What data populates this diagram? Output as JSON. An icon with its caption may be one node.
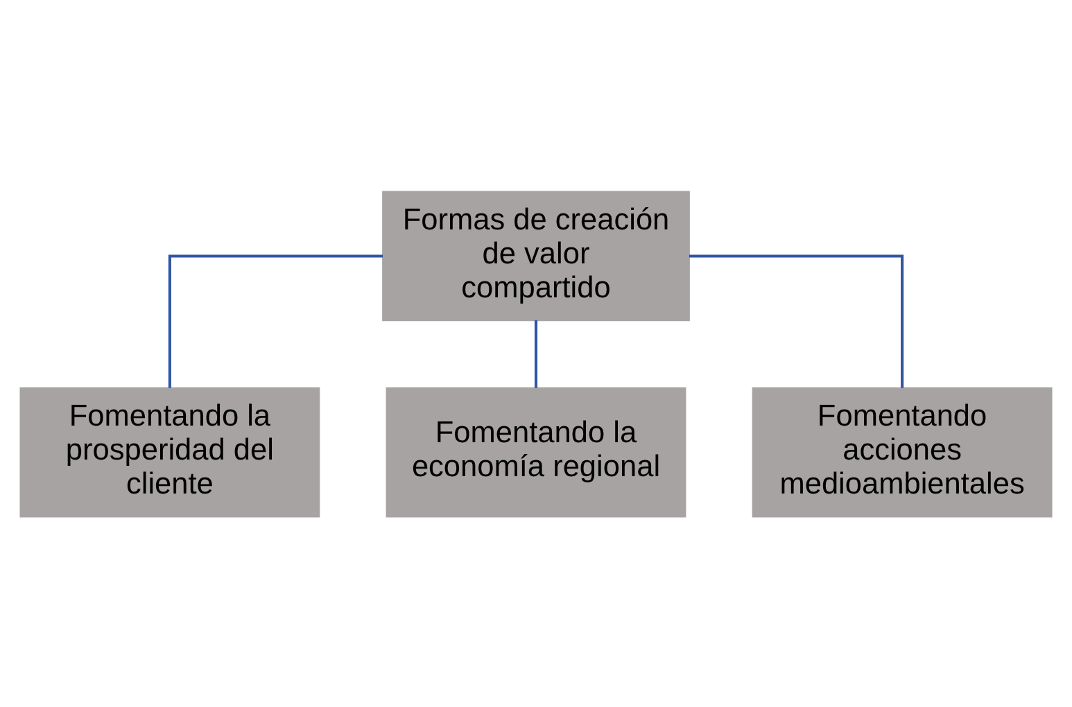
{
  "diagram": {
    "nodes": [
      {
        "text": [
          "Formas de creación de valor compartido"
        ]
      },
      {
        "text": [
          "Fomentando la prosperidad del cliente"
        ]
      },
      {
        "text": [
          "Fomentando la economía regional"
        ]
      },
      {
        "text": [
          "Fomentando acciones medioambientales"
        ]
      }
    ],
    "edges": [
      {
        "from": 0,
        "to": 1,
        "arrow": "none"
      },
      {
        "from": 0,
        "to": 2,
        "arrow": "none"
      },
      {
        "from": 0,
        "to": 3,
        "arrow": "none"
      }
    ]
  }
}
